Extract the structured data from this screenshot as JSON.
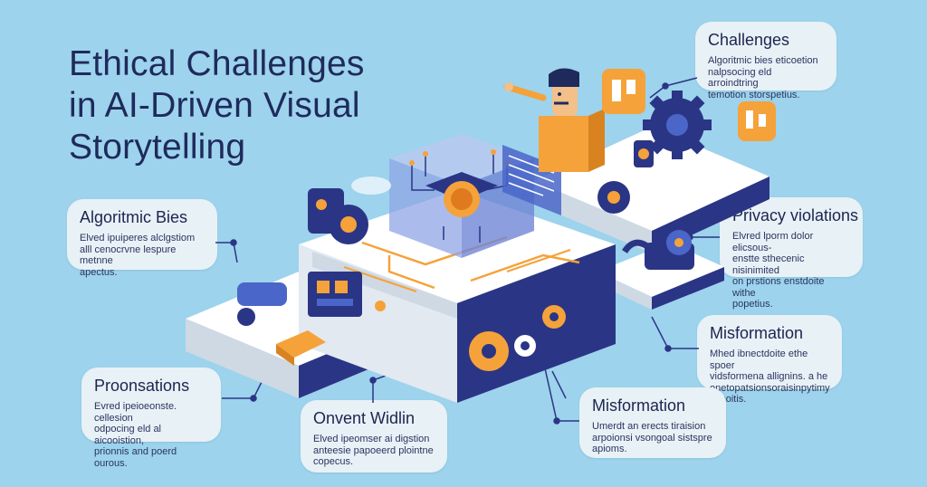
{
  "title": "Ethical Challenges in AI-Driven Visual Storytelling",
  "callouts": {
    "challenges": {
      "heading": "Challenges",
      "text": "Algoritmic bies eticoetion\nnalpsocing eld arroindtring\ntemotion storspetius."
    },
    "algorithmic_bias": {
      "heading": "Algoritmic Bies",
      "text": "Elved ipuiperes alclgstiom\nalll cenocrvne lespure metnne\napectus."
    },
    "privacy": {
      "heading": "Privacy violations",
      "text": "Elvred lporm dolor elicsous-\nenstte sthecenic nisinimited\non prstions enstdoite withe\npopetius."
    },
    "misformation_right": {
      "heading": "Misformation",
      "text": "Mhed ibnectdoite ethe spoer\nvidsformena allignins. a he\nonetopatsionsoraisinpytimy\nsonoitis."
    },
    "proonsations": {
      "heading": "Proonsations",
      "text": "Evred ipeioeonste. cellesion\nodpocing eld al aicooistion,\nprionnis and poerd ourous."
    },
    "onvent": {
      "heading": "Onvent Widlin",
      "text": "Elved ipeomser ai digstion\nanteesie papoeerd plointne\ncopecus."
    },
    "misformation_bottom": {
      "heading": "Misformation",
      "text": "Umerdt an erects tiraision\narpoionsi vsongoal sistspre\napioms."
    }
  },
  "colors": {
    "background": "#9dd3ec",
    "navy": "#2b3585",
    "orange": "#f5a23a",
    "platform_top": "#ffffff",
    "platform_side": "#cfd9e4"
  }
}
